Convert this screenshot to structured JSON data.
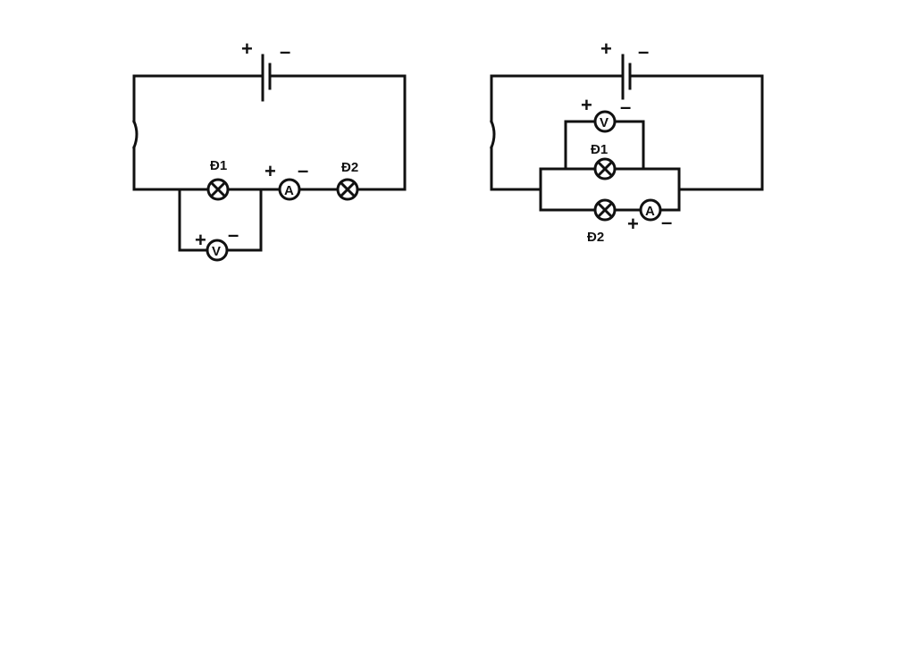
{
  "labels": {
    "lamp1": "Đ1",
    "lamp2": "Đ2",
    "voltmeter": "V",
    "ammeter": "A",
    "plus": "+",
    "minus": "–"
  }
}
